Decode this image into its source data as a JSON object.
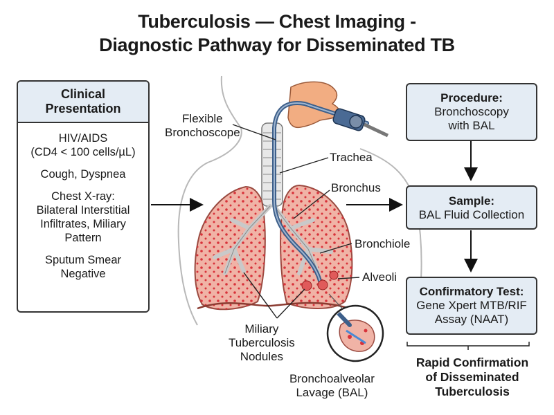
{
  "title_line1": "Tuberculosis — Chest Imaging -",
  "title_line2": "Diagnostic Pathway for Disseminated TB",
  "clinical": {
    "heading_line1": "Clinical",
    "heading_line2": "Presentation",
    "items": [
      {
        "line1": "HIV/AIDS",
        "line2": "(CD4 < 100 cells/µL)"
      },
      {
        "line1": "Cough, Dyspnea"
      },
      {
        "line1": "Chest X-ray:",
        "line2": "Bilateral Interstitial",
        "line3": "Infiltrates, Miliary",
        "line4": "Pattern"
      },
      {
        "line1": "Sputum Smear",
        "line2": "Negative"
      }
    ]
  },
  "labels": {
    "bronchoscope_line1": "Flexible",
    "bronchoscope_line2": "Bronchoscope",
    "trachea": "Trachea",
    "bronchus": "Bronchus",
    "bronchiole": "Bronchiole",
    "alveoli": "Alveoli",
    "nodules_line1": "Miliary",
    "nodules_line2": "Tuberculosis",
    "nodules_line3": "Nodules",
    "bal_line1": "Bronchoalveolar",
    "bal_line2": "Lavage (BAL)"
  },
  "procedure": {
    "heading": "Procedure:",
    "line1": "Bronchoscopy",
    "line2": "with BAL"
  },
  "sample": {
    "heading": "Sample:",
    "line1": "BAL Fluid Collection"
  },
  "confirm": {
    "heading": "Confirmatory Test:",
    "line1": "Gene Xpert MTB/RIF",
    "line2": "Assay (NAAT)"
  },
  "result": {
    "line1": "Rapid Confirmation",
    "line2": "of Disseminated",
    "line3": "Tuberculosis"
  },
  "colors": {
    "lung": "#f0b3a6",
    "nodule": "#d8323a",
    "scope": "#3d5f8a",
    "box": "#e4ecf4",
    "face": "#f2ad82"
  }
}
